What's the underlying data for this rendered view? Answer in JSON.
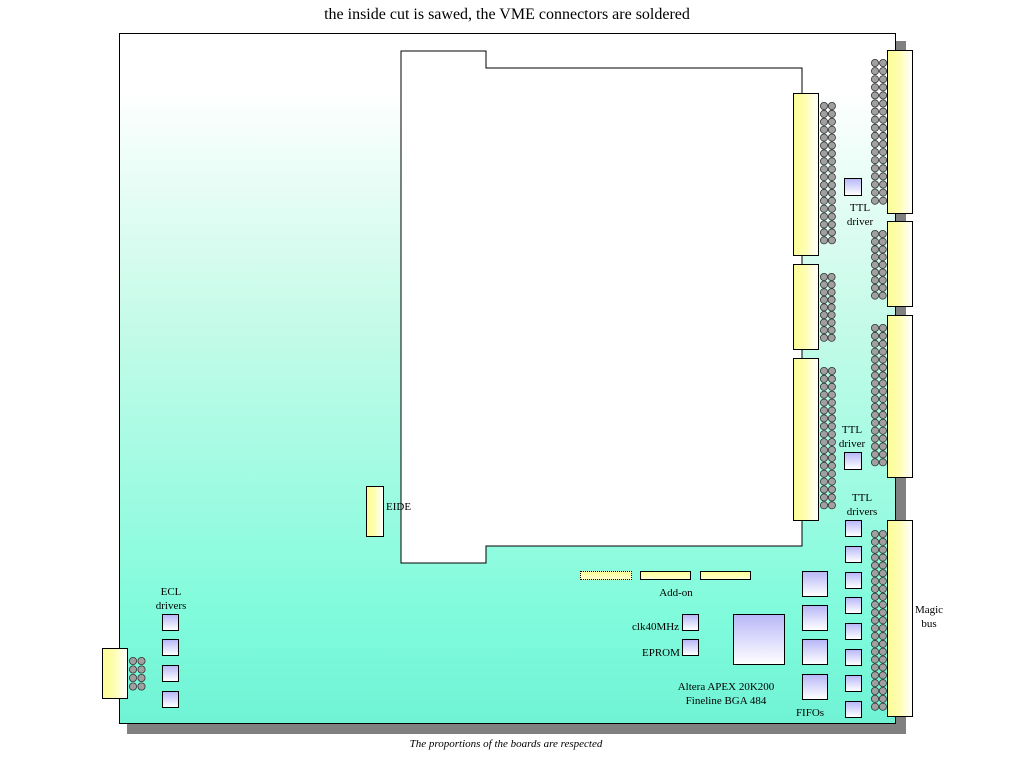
{
  "title": "the inside cut is sawed, the VME connectors are soldered",
  "caption": "The proportions of the boards are respected",
  "labels": {
    "ttl_driver_top": [
      "TTL",
      "driver"
    ],
    "ttl_driver_mid": [
      "TTL",
      "driver"
    ],
    "ttl_drivers": [
      "TTL",
      "drivers"
    ],
    "eide": "EIDE",
    "add_on": "Add-on",
    "ecl_drivers": [
      "ECL",
      "drivers"
    ],
    "clk": "clk40MHz",
    "eprom": "EPROM",
    "altera": [
      "Altera APEX 20K200",
      "Fineline BGA 484"
    ],
    "fifos": "FIFOs",
    "magic_bus": [
      "Magic",
      "bus"
    ]
  },
  "colors": {
    "board_top": "#ffffff",
    "board_bottom": "#70f3d5",
    "connector": "#fdfd96",
    "chip": "#b8b8f8",
    "pin": "#a0a0a0",
    "shadow": "#808080"
  }
}
